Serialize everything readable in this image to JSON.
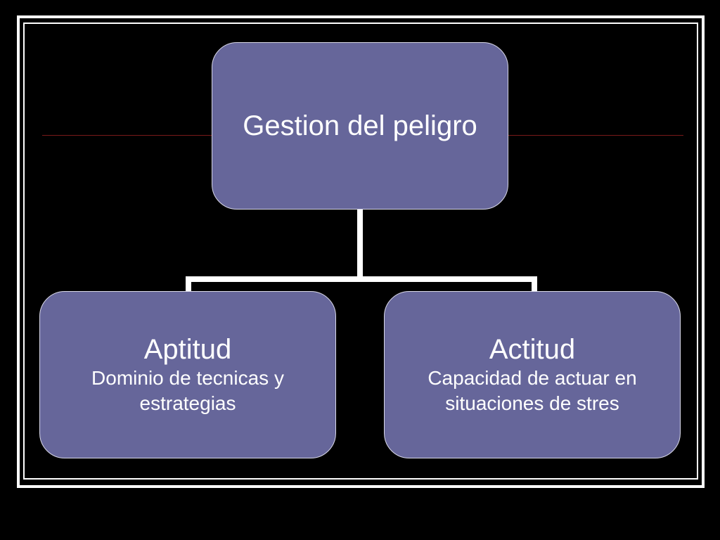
{
  "diagram": {
    "root": {
      "title": "Gestion del peligro"
    },
    "children": [
      {
        "title": "Aptitud",
        "description": "Dominio de tecnicas y estrategias"
      },
      {
        "title": "Actitud",
        "description": "Capacidad de actuar en situaciones de stres"
      }
    ]
  },
  "colors": {
    "background": "#000000",
    "node_fill": "#66669a",
    "node_border": "#d8d8e8",
    "connector": "#ffffff",
    "accent_line": "#7a1a1a",
    "frame": "#ffffff"
  }
}
